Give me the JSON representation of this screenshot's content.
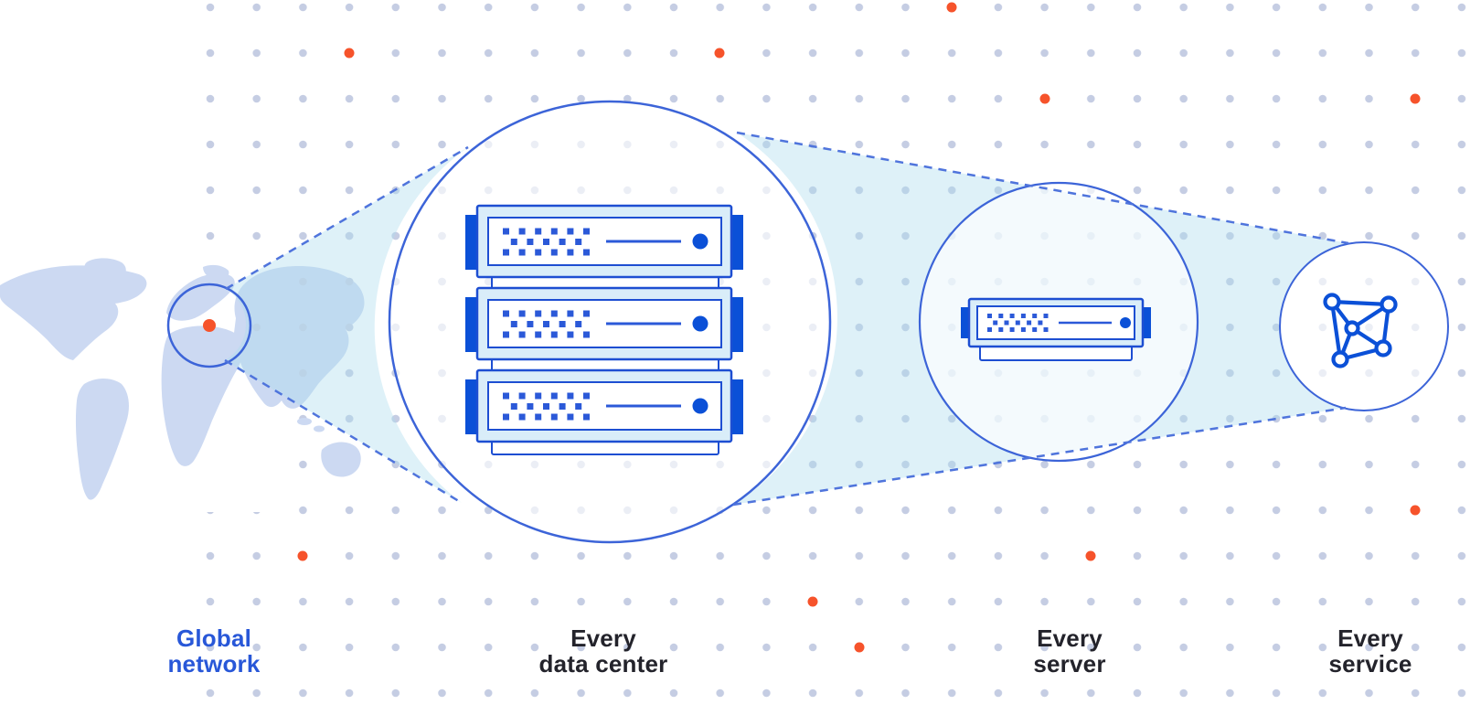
{
  "diagram": {
    "title": "Global network zoom-in diagram",
    "stages": [
      {
        "id": "global-network",
        "lines": [
          "Global",
          "network"
        ],
        "label_color": "#2857d8",
        "icon": "world-map-highlight-icon"
      },
      {
        "id": "every-data-center",
        "lines": [
          "Every",
          "data center"
        ],
        "label_color": "#23232b",
        "icon": "server-rack-icon"
      },
      {
        "id": "every-server",
        "lines": [
          "Every",
          "server"
        ],
        "label_color": "#23232b",
        "icon": "server-unit-icon"
      },
      {
        "id": "every-service",
        "lines": [
          "Every",
          "service"
        ],
        "label_color": "#23232b",
        "icon": "mesh-network-icon"
      }
    ],
    "colors": {
      "accent_orange": "#f6532b",
      "outline_blue": "#3c64d8",
      "dash_blue": "#4f74dc",
      "server_border_blue": "#1d4ed2",
      "server_fill_light": "#d9edf9",
      "server_dark_blue": "#0b50d7",
      "matrix_blue": "#2b59d8",
      "map_land": "#ccd9f2",
      "cone_tint": "rgba(173,221,238,0.40)",
      "grid_dot": "#c5cde3",
      "label_dark": "#23232b",
      "label_blue": "#2857d8"
    }
  }
}
